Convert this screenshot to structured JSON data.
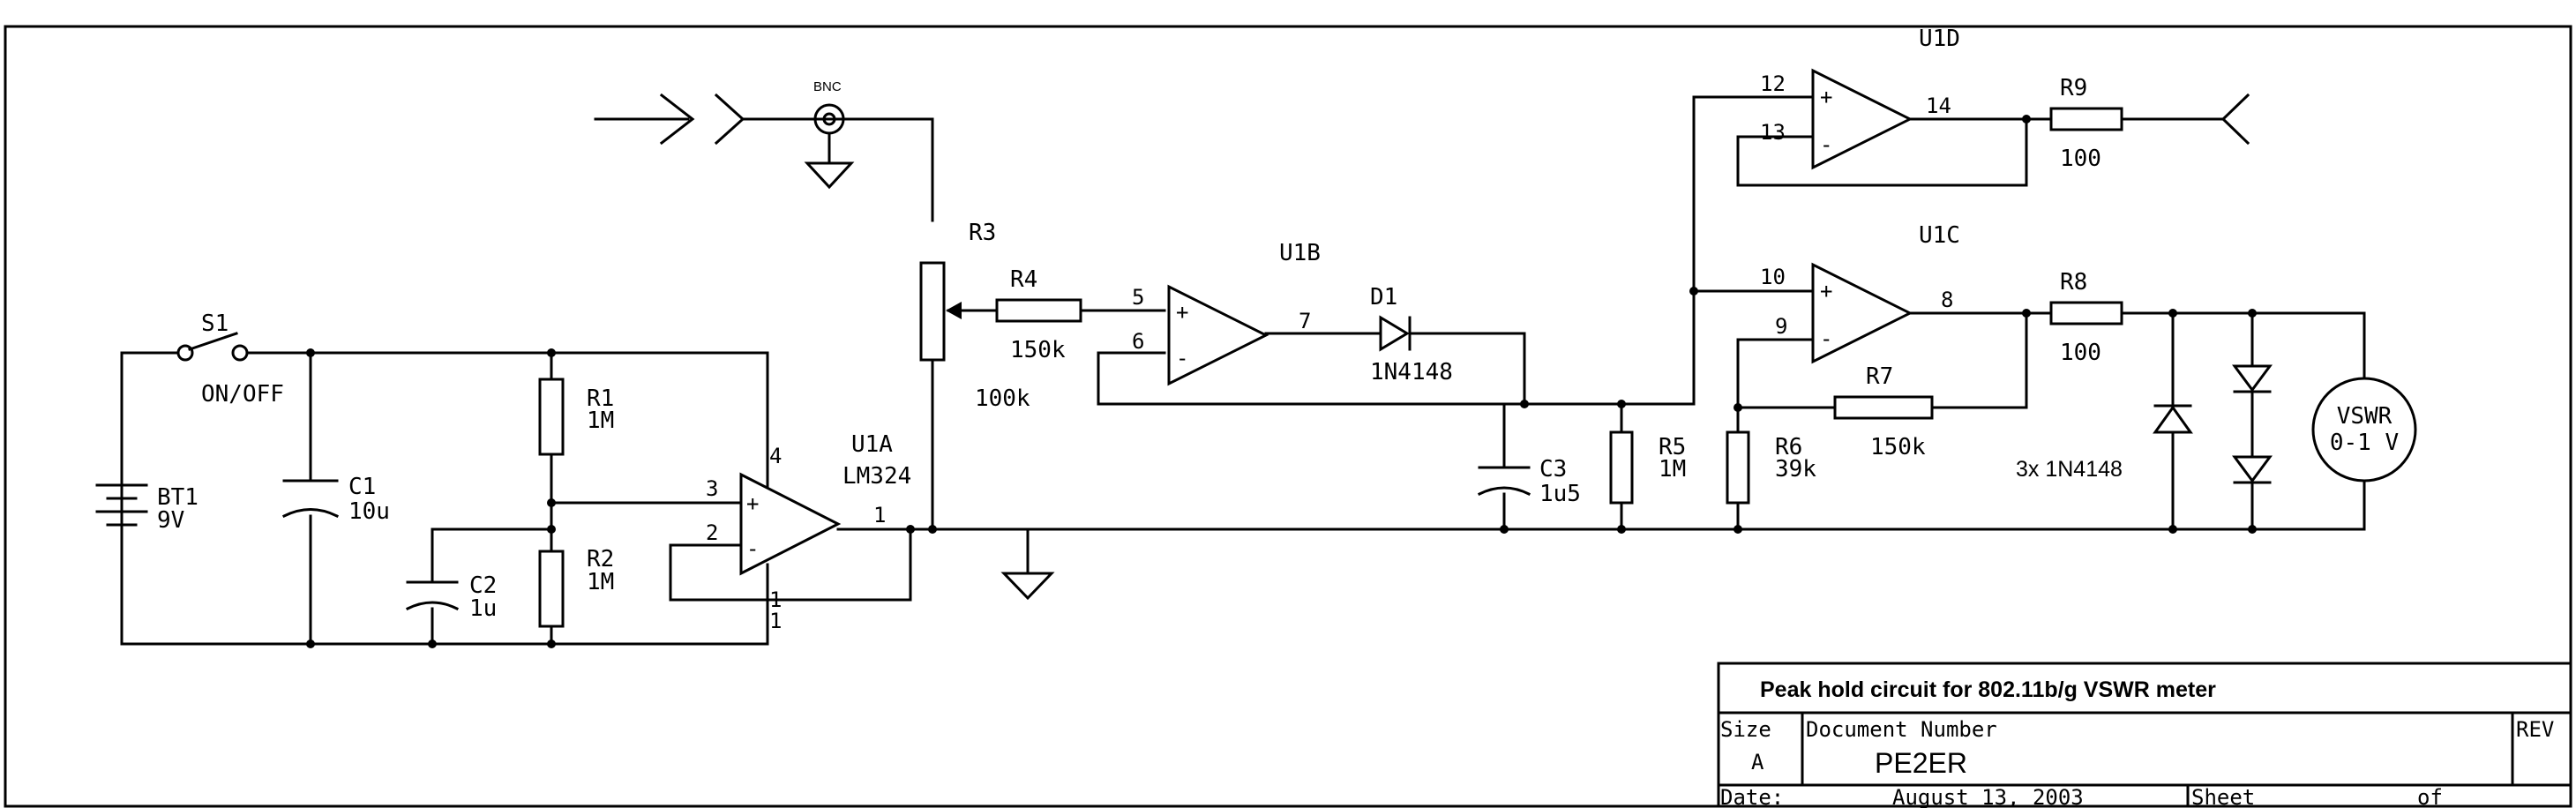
{
  "switch": {
    "ref": "S1",
    "value": "ON/OFF"
  },
  "battery": {
    "ref": "BT1",
    "value": "9V"
  },
  "c1": {
    "ref": "C1",
    "value": "10u"
  },
  "c2": {
    "ref": "C2",
    "value": "1u"
  },
  "c3": {
    "ref": "C3",
    "value": "1u5"
  },
  "r1": {
    "ref": "R1",
    "value": "1M"
  },
  "r2": {
    "ref": "R2",
    "value": "1M"
  },
  "r3": {
    "ref": "R3",
    "value": "100k"
  },
  "r4": {
    "ref": "R4",
    "value": "150k"
  },
  "r5": {
    "ref": "R5",
    "value": "1M"
  },
  "r6": {
    "ref": "R6",
    "value": "39k"
  },
  "r7": {
    "ref": "R7",
    "value": "150k"
  },
  "r8": {
    "ref": "R8",
    "value": "100"
  },
  "r9": {
    "ref": "R9",
    "value": "100"
  },
  "d1": {
    "ref": "D1",
    "value": "1N4148"
  },
  "diodes_note": "3x 1N4148",
  "bnc": "BNC",
  "u1a": {
    "ref": "U1A",
    "part": "LM324",
    "pin_plus": "3",
    "pin_minus": "2",
    "pin_out": "1",
    "pin_vcc": "4",
    "pin_gnd_a": "1",
    "pin_gnd_b": "1"
  },
  "u1b": {
    "ref": "U1B",
    "pin_plus": "5",
    "pin_minus": "6",
    "pin_out": "7"
  },
  "u1c": {
    "ref": "U1C",
    "pin_plus": "10",
    "pin_minus": "9",
    "pin_out": "8"
  },
  "u1d": {
    "ref": "U1D",
    "pin_plus": "12",
    "pin_minus": "13",
    "pin_out": "14"
  },
  "meter": {
    "line1": "VSWR",
    "line2": "0-1 V"
  },
  "opamp_signs": {
    "plus": "+",
    "minus": "-"
  },
  "title_block": {
    "title": "Peak hold circuit for 802.11b/g VSWR meter",
    "size_label": "Size",
    "size_value": "A",
    "docnum_label": "Document Number",
    "docnum_value": "PE2ER",
    "rev_label": "REV",
    "date_label": "Date:",
    "date_value": "August 13, 2003",
    "sheet_label": "Sheet",
    "of_label": "of"
  }
}
